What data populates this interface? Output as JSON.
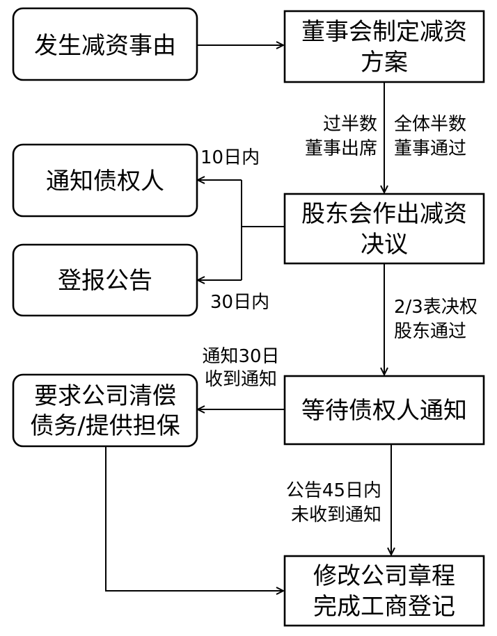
{
  "nodes": {
    "reason": {
      "lines": [
        "发生减资事由"
      ]
    },
    "board_plan": {
      "lines": [
        "董事会制定减资",
        "方案"
      ]
    },
    "notify_creditors": {
      "lines": [
        "通知债权人"
      ]
    },
    "announce": {
      "lines": [
        "登报公告"
      ]
    },
    "shareholders_resolution": {
      "lines": [
        "股东会作出减资",
        "决议"
      ]
    },
    "creditor_demand": {
      "lines": [
        "要求公司清偿",
        "债务/提供担保"
      ]
    },
    "wait_creditors": {
      "lines": [
        "等待债权人通知"
      ]
    },
    "amend_register": {
      "lines": [
        "修改公司章程",
        "完成工商登记"
      ]
    }
  },
  "edge_labels": {
    "board_attendance": [
      "过半数",
      "董事出席"
    ],
    "board_approval": [
      "全体半数",
      "董事通过"
    ],
    "notify_within": [
      "10日内"
    ],
    "announce_within": [
      "30日内"
    ],
    "shareholder_vote": [
      "2/3表决权",
      "股东通过"
    ],
    "received_notice": [
      "通知30日",
      "收到通知"
    ],
    "no_notice": [
      "公告45日内",
      "未收到通知"
    ]
  }
}
